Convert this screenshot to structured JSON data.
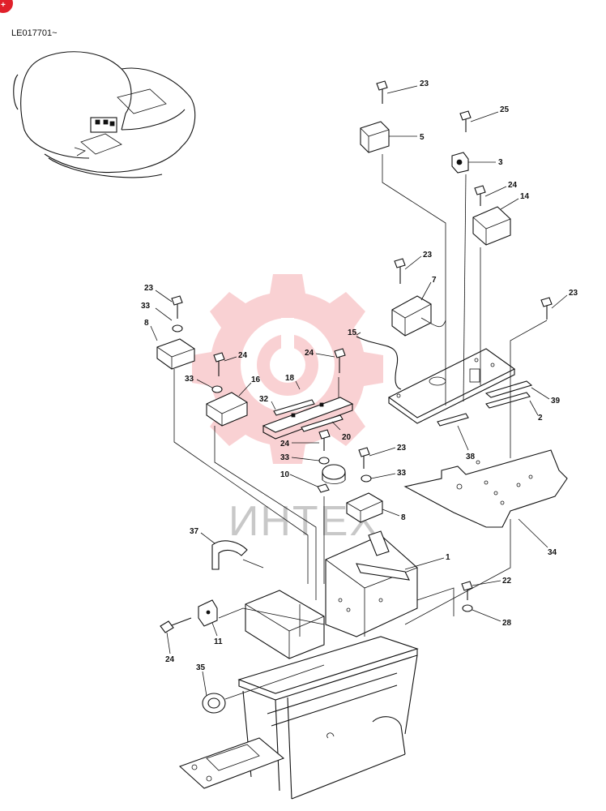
{
  "serial_note": "LE017701~",
  "watermark": {
    "text": "ИНТЕХ",
    "color": "#e8343c"
  },
  "corner_badge_color": "#e0202a",
  "part_labels": [
    {
      "id": "23"
    },
    {
      "id": "5"
    },
    {
      "id": "25"
    },
    {
      "id": "3"
    },
    {
      "id": "24"
    },
    {
      "id": "14"
    },
    {
      "id": "23"
    },
    {
      "id": "7"
    },
    {
      "id": "23"
    },
    {
      "id": "23"
    },
    {
      "id": "33"
    },
    {
      "id": "8"
    },
    {
      "id": "24"
    },
    {
      "id": "24"
    },
    {
      "id": "15"
    },
    {
      "id": "39"
    },
    {
      "id": "33"
    },
    {
      "id": "16"
    },
    {
      "id": "18"
    },
    {
      "id": "32"
    },
    {
      "id": "20"
    },
    {
      "id": "2"
    },
    {
      "id": "38"
    },
    {
      "id": "24"
    },
    {
      "id": "23"
    },
    {
      "id": "33"
    },
    {
      "id": "33"
    },
    {
      "id": "10"
    },
    {
      "id": "8"
    },
    {
      "id": "34"
    },
    {
      "id": "37"
    },
    {
      "id": "1"
    },
    {
      "id": "22"
    },
    {
      "id": "28"
    },
    {
      "id": "11"
    },
    {
      "id": "24"
    },
    {
      "id": "35"
    }
  ]
}
